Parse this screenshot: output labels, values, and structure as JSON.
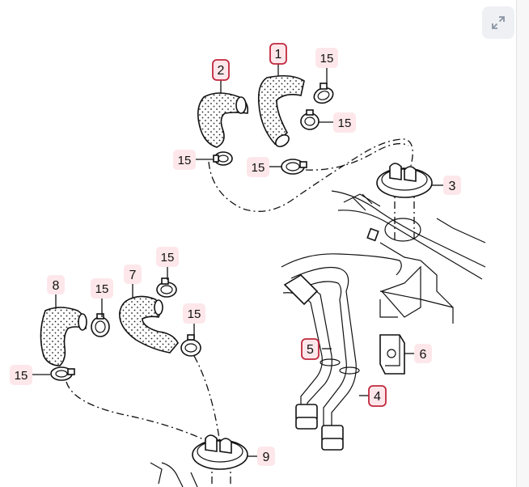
{
  "toolbar": {
    "expand_icon": "expand-arrows-icon"
  },
  "diagram": {
    "labels": {
      "p1": "1",
      "p2": "2",
      "p3": "3",
      "p4": "4",
      "p5": "5",
      "p6": "6",
      "p7": "7",
      "p8": "8",
      "p9": "9",
      "clamp": "15"
    },
    "colors": {
      "badge_fill": "#fde7ea",
      "badge_border": "#c0283d",
      "line": "#111111"
    }
  }
}
